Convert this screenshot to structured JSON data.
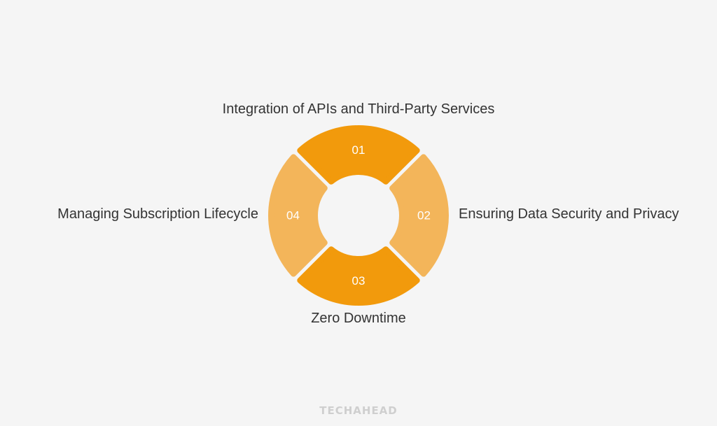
{
  "diagram": {
    "segments": [
      {
        "number": "01",
        "label": "Integration of APIs and Third-Party Services",
        "color": "#f29a0c"
      },
      {
        "number": "02",
        "label": "Ensuring Data Security and Privacy",
        "color": "#f3b55a"
      },
      {
        "number": "03",
        "label": "Zero Downtime",
        "color": "#f29a0c"
      },
      {
        "number": "04",
        "label": "Managing Subscription Lifecycle",
        "color": "#f3b55a"
      }
    ]
  },
  "brand": {
    "logo_text": "TECHAHEAD"
  }
}
